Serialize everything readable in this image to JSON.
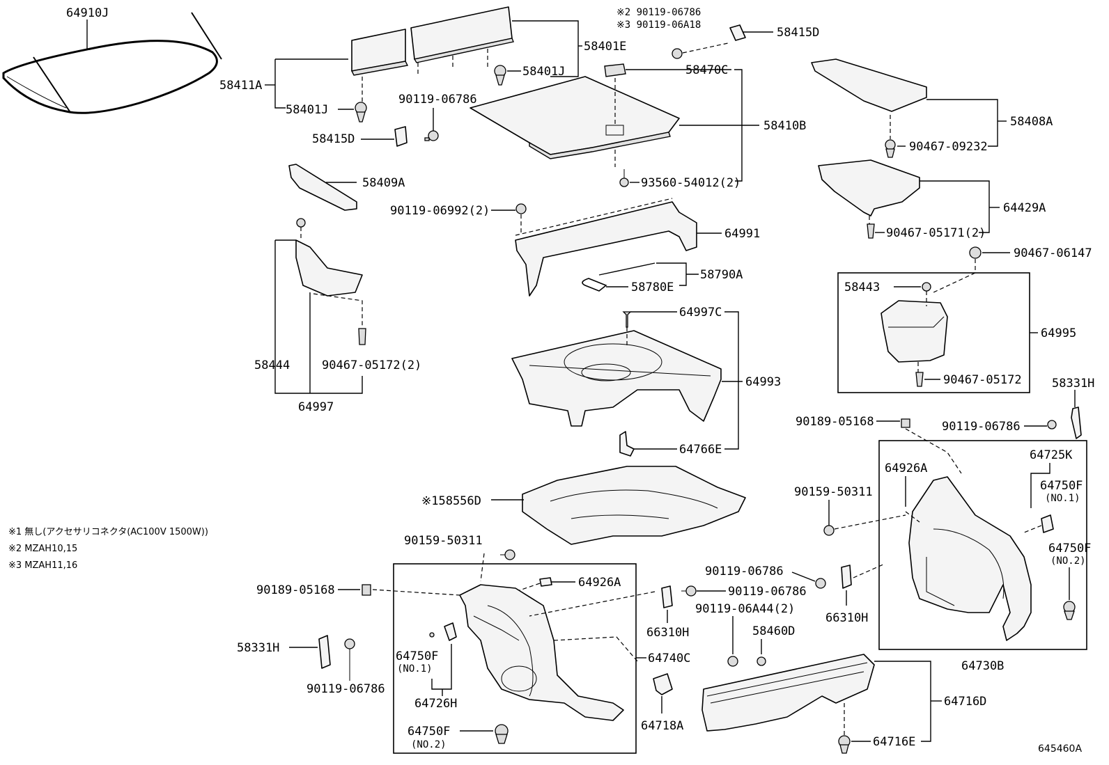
{
  "diagram_id": "645460A",
  "notes": [
    "※1 無し(アクセサリコネクタ(AC100V 1500W))",
    "※2 MZAH10,15",
    "※3 MZAH11,16"
  ],
  "labels": {
    "p64910J": "64910J",
    "p58411A": "58411A",
    "p58401E": "58401E",
    "p58401J_a": "58401J",
    "p58401J_b": "58401J",
    "p90119_06786_a": "90119-06786",
    "p58415D_a": "58415D",
    "p58409A": "58409A",
    "p58444": "58444",
    "p90467_05172_2": "90467-05172(2)",
    "p64997": "64997",
    "note_mz2": "※2 90119-06786",
    "note_mz3": "※3 90119-06A18",
    "p58415D_b": "58415D",
    "p58470C": "58470C",
    "p58410B": "58410B",
    "p93560_54012_2": "93560-54012(2)",
    "p90119_06992_2": "90119-06992(2)",
    "p64991": "64991",
    "p58790A": "58790A",
    "p58780E": "58780E",
    "p64997C": "64997C",
    "p64993": "64993",
    "p64766E": "64766E",
    "p58556D": "※158556D",
    "p58408A": "58408A",
    "p90467_09232": "90467-09232",
    "p64429A": "64429A",
    "p90467_05171_2": "90467-05171(2)",
    "p90467_06147": "90467-06147",
    "p58443": "58443",
    "p64995": "64995",
    "p90467_05172": "90467-05172",
    "p58331H_a": "58331H",
    "p90189_05168_a": "90189-05168",
    "p90119_06786_b": "90119-06786",
    "p64926A_a": "64926A",
    "p64725K": "64725K",
    "p64750F_a": "64750F",
    "p64750F_a_no": "(NO.1)",
    "p90159_50311_a": "90159-50311",
    "p64750F_b": "64750F",
    "p64750F_b_no": "(NO.2)",
    "p64730B": "64730B",
    "p90159_50311_b": "90159-50311",
    "p64926A_b": "64926A",
    "p90189_05168_b": "90189-05168",
    "p58331H_b": "58331H",
    "p90119_06786_c": "90119-06786",
    "p64750F_c": "64750F",
    "p64750F_c_no": "(NO.1)",
    "p64726H": "64726H",
    "p64750F_d": "64750F",
    "p64750F_d_no": "(NO.2)",
    "p66310H_a": "66310H",
    "p64740C": "64740C",
    "p64718A": "64718A",
    "p90119_06786_d": "90119-06786",
    "p90119_06786_e": "90119-06786",
    "p90119_06A44_2": "90119-06A44(2)",
    "p58460D": "58460D",
    "p66310H_b": "66310H",
    "p64716D": "64716D",
    "p64716E": "64716E"
  }
}
